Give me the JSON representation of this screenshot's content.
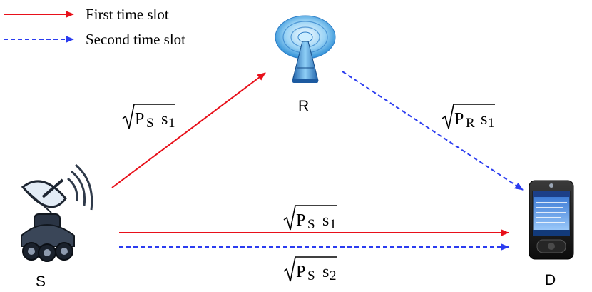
{
  "legend": {
    "first": {
      "label": "First time slot",
      "color": "#e8101a"
    },
    "second": {
      "label": "Second time slot",
      "color": "#2b3cf0"
    }
  },
  "nodes": {
    "source": {
      "label": "S",
      "icon": "satellite-dish-icon"
    },
    "relay": {
      "label": "R",
      "icon": "antenna-tower-icon"
    },
    "destination": {
      "label": "D",
      "icon": "pda-phone-icon"
    }
  },
  "links": {
    "s_to_r": {
      "root": "P",
      "root_sub": "S",
      "symbol": "s",
      "symbol_sub": "1"
    },
    "r_to_d": {
      "root": "P",
      "root_sub": "R",
      "symbol": "s",
      "symbol_sub": "1"
    },
    "s_to_d_first": {
      "root": "P",
      "root_sub": "S",
      "symbol": "s",
      "symbol_sub": "1"
    },
    "s_to_d_second": {
      "root": "P",
      "root_sub": "S",
      "symbol": "s",
      "symbol_sub": "2"
    }
  }
}
